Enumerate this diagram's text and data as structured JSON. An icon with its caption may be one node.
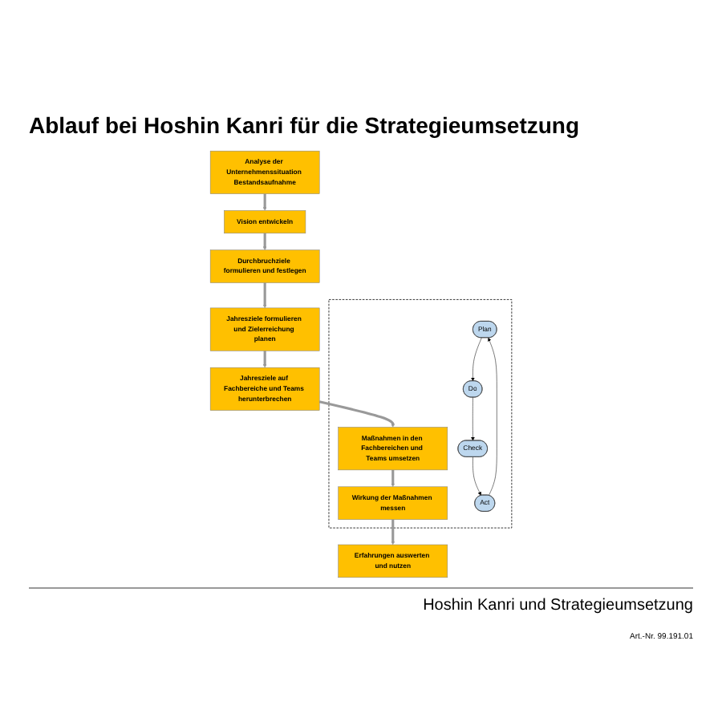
{
  "diagram": {
    "title": "Ablauf bei Hoshin Kanri für die Strategieumsetzung",
    "nodes": [
      {
        "text": [
          "Analyse der Unternehmenssituation Bestandsaufnahme"
        ]
      },
      {
        "text": [
          "Vision entwickeln"
        ]
      },
      {
        "text": [
          "Durchbruchziele formulieren und festlegen"
        ]
      },
      {
        "text": [
          "Jahresziele formulieren und Zielerreichung planen"
        ]
      },
      {
        "text": [
          "Jahresziele auf Fachbereiche und Teams herunterbrechen"
        ]
      },
      {
        "text": [],
        "shape": "box"
      },
      {
        "text": [
          "Maßnahmen in den Fachbereichen und Teams umsetzen"
        ],
        "in": 5
      },
      {
        "text": [
          "Wirkung der Maßnahmen messen"
        ],
        "in": 5
      },
      {
        "text": [
          "Plan"
        ],
        "in": 5
      },
      {
        "text": [
          "Do"
        ],
        "in": 5
      },
      {
        "text": [
          "Check"
        ],
        "in": 5
      },
      {
        "text": [
          "Act"
        ],
        "in": 5
      },
      {
        "text": [
          "Erfahrungen auswerten und nutzen"
        ]
      }
    ],
    "edges": [
      {
        "from": 0,
        "to": 1,
        "arrow": "to"
      },
      {
        "from": 1,
        "to": 2,
        "arrow": "to"
      },
      {
        "from": 2,
        "to": 3,
        "arrow": "to"
      },
      {
        "from": 3,
        "to": 4,
        "arrow": "to"
      },
      {
        "from": 4,
        "to": 6,
        "arrow": "to"
      },
      {
        "from": 6,
        "to": 7,
        "arrow": "to"
      },
      {
        "from": 7,
        "to": 12,
        "arrow": "to"
      },
      {
        "from": 8,
        "to": 9,
        "arrow": "to",
        "color": "#000000"
      },
      {
        "from": 9,
        "to": 10,
        "arrow": "to",
        "color": "#000000"
      },
      {
        "from": 10,
        "to": 11,
        "arrow": "to",
        "color": "#000000"
      },
      {
        "from": 11,
        "to": 8,
        "arrow": "to",
        "color": "#000000"
      }
    ],
    "labels": [
      "Hoshin Kanri und Strategieumsetzung",
      "Art.-Nr. 99.191.01"
    ]
  }
}
